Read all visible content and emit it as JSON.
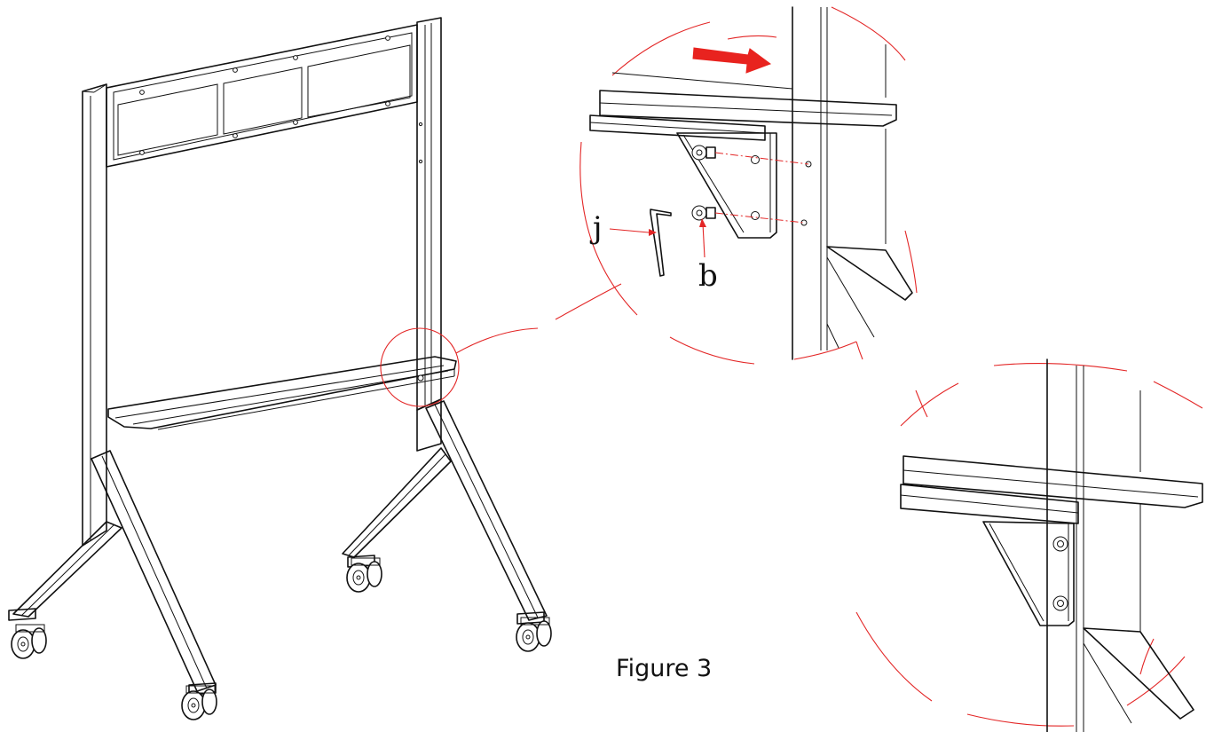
{
  "figure": {
    "caption": "Figure 3"
  },
  "callouts": {
    "allen_key": "j",
    "screw": "b"
  },
  "colors": {
    "line": "#111111",
    "accent": "#e32626"
  },
  "icons": {
    "direction": "right-arrow-icon",
    "tool": "allen-key-icon"
  }
}
